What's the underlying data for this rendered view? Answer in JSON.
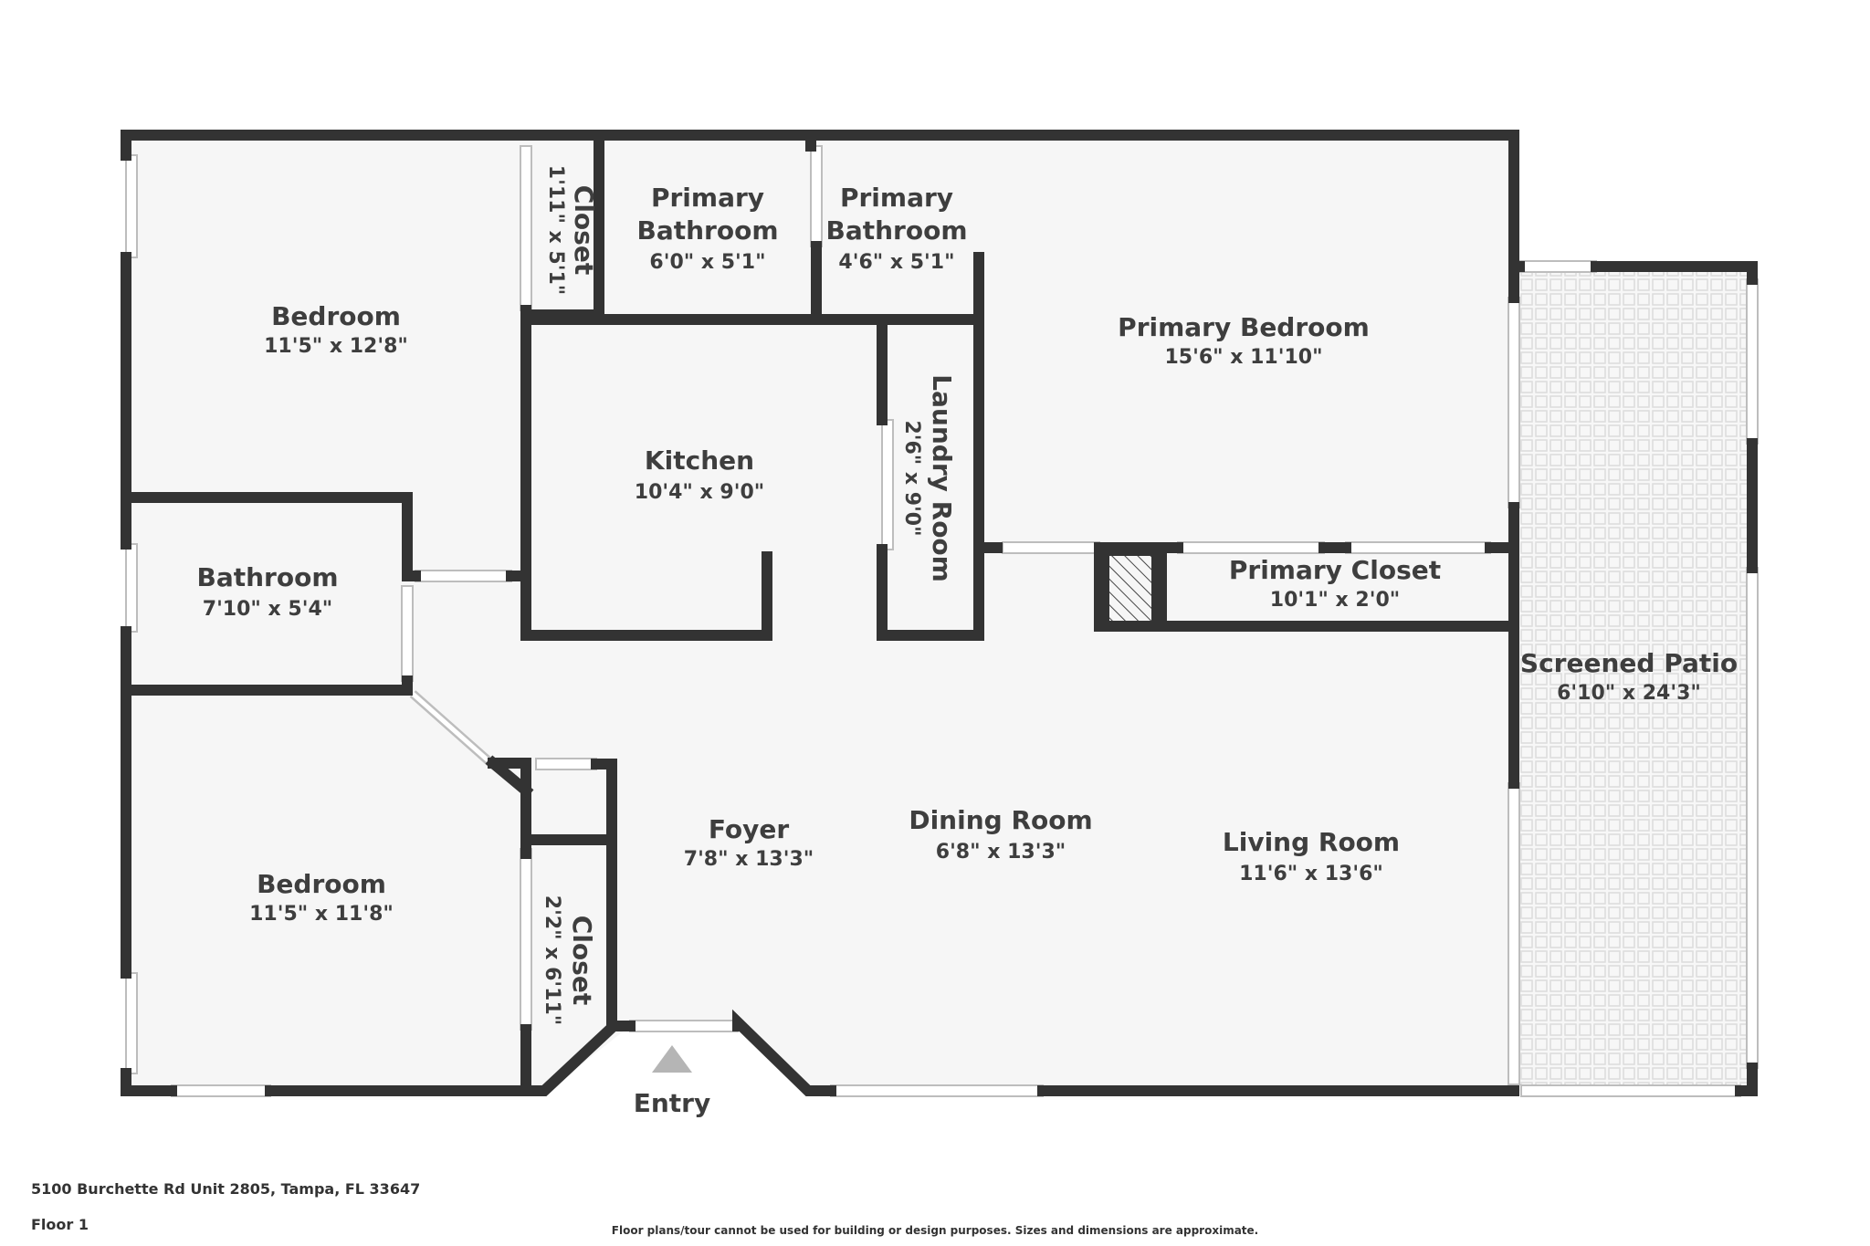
{
  "rooms": {
    "bedroom_top": {
      "name": "Bedroom",
      "dims": "11'5\" x 12'8\""
    },
    "closet_top": {
      "name": "Closet",
      "dims": "1'11\" x 5'1\""
    },
    "primary_bath_a": {
      "name_line1": "Primary",
      "name_line2": "Bathroom",
      "dims": "6'0\" x 5'1\""
    },
    "primary_bath_b": {
      "name_line1": "Primary",
      "name_line2": "Bathroom",
      "dims": "4'6\" x 5'1\""
    },
    "primary_bedroom": {
      "name": "Primary Bedroom",
      "dims": "15'6\" x 11'10\""
    },
    "kitchen": {
      "name": "Kitchen",
      "dims": "10'4\" x 9'0\""
    },
    "laundry": {
      "name": "Laundry Room",
      "dims": "2'6\" x 9'0\""
    },
    "bathroom": {
      "name": "Bathroom",
      "dims": "7'10\" x 5'4\""
    },
    "primary_closet": {
      "name": "Primary Closet",
      "dims": "10'1\" x 2'0\""
    },
    "screened_patio": {
      "name": "Screened Patio",
      "dims": "6'10\" x 24'3\""
    },
    "bedroom_bottom": {
      "name": "Bedroom",
      "dims": "11'5\" x 11'8\""
    },
    "closet_bottom": {
      "name": "Closet",
      "dims": "2'2\" x 6'11\""
    },
    "foyer": {
      "name": "Foyer",
      "dims": "7'8\" x 13'3\""
    },
    "dining_room": {
      "name": "Dining Room",
      "dims": "6'8\" x 13'3\""
    },
    "living_room": {
      "name": "Living Room",
      "dims": "11'6\" x 13'6\""
    }
  },
  "entry_label": "Entry",
  "footer": {
    "address": "5100 Burchette Rd Unit 2805, Tampa, FL 33647",
    "floor": "Floor 1",
    "disclaimer": "Floor plans/tour cannot be used for building or design purposes. Sizes and dimensions are approximate."
  },
  "colors": {
    "wall": "#333333",
    "floor": "#f6f6f6",
    "patio_tile": "#e6e6e6"
  }
}
